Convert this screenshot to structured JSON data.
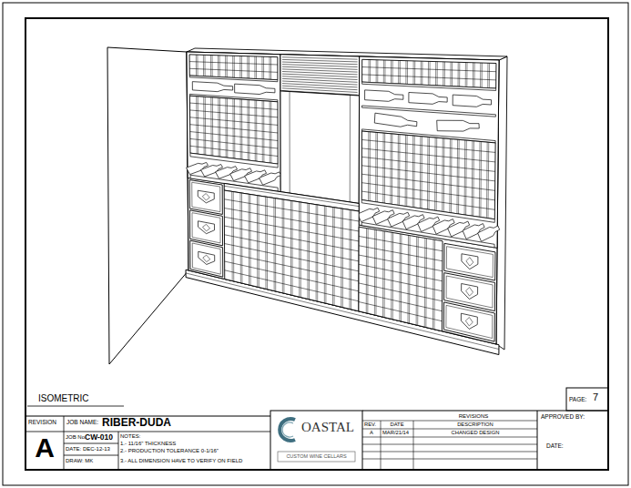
{
  "diagram": {
    "title": "ISOMETRIC",
    "labels": [
      "REVISION",
      "JOB NAME:",
      "RIBER-DUDA",
      "A",
      "JOB No.",
      "CW-010",
      "DATE: DEC-12-13",
      "DRAW: MK",
      "NOTES:",
      "1.- 11/16\" THICKNESS",
      "2.- PRODUCTION TOLERANCE 0-1/16\"",
      "3.- ALL DIMENSION HAVE TO VERIFY ON FIELD",
      "OASTAL",
      "CUSTOM WINE CELLARS",
      "REVISIONS",
      "REV.",
      "DATE",
      "DESCRIPTION",
      "A",
      "MAR/21/14",
      "CHANGED DESIGN",
      "APPROVED BY:",
      "DATE:",
      "PAGE:",
      "7"
    ]
  }
}
